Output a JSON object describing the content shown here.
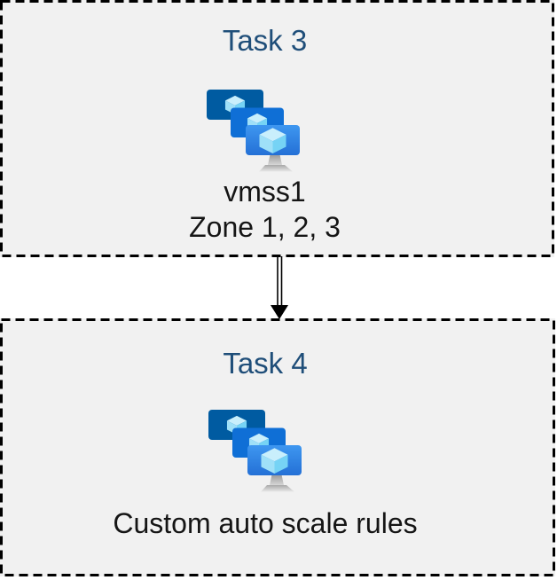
{
  "diagram": {
    "type": "flow",
    "boxes": [
      {
        "title": "Task 3",
        "icon": "vm-scale-set-icon",
        "lines": [
          "vmss1",
          "Zone 1, 2, 3"
        ]
      },
      {
        "title": "Task 4",
        "icon": "vm-scale-set-icon",
        "lines": [
          "Custom auto scale rules"
        ]
      }
    ],
    "connector": {
      "style": "double-line",
      "direction": "down",
      "from": "Task 3",
      "to": "Task 4"
    },
    "colors": {
      "box_background": "#f1f1f1",
      "box_border": "#000000",
      "title_text": "#1f4e79",
      "body_text": "#151515",
      "monitor_back": "#005ba1",
      "monitor_middle": "#0f6fd6",
      "monitor_front_top": "#3e97f0",
      "monitor_front_bottom": "#2470d6",
      "cube_top": "#c9effc",
      "cube_left": "#9fe0f8",
      "cube_right": "#76d3f5"
    }
  }
}
